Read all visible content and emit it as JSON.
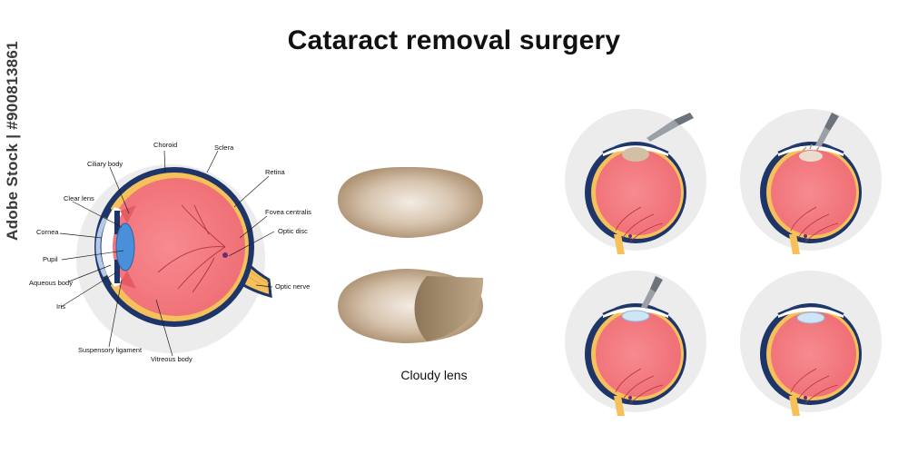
{
  "title": "Cataract removal surgery",
  "labels": {
    "choroid": "Choroid",
    "ciliary_body": "Ciliary body",
    "sclera": "Sclera",
    "retina": "Retina",
    "clear_lens": "Clear lens",
    "fovea_centralis": "Fovea centralis",
    "cornea": "Cornea",
    "optic_disc": "Optic disc",
    "pupil": "Pupil",
    "aqueous_body": "Aqueous body",
    "optic_nerve": "Optic nerve",
    "iris": "Iris",
    "suspensory_ligament": "Suspensory ligament",
    "vitreous_body": "Vitreous body"
  },
  "caption": "Cloudy lens",
  "watermark": "Adobe Stock | #900813861",
  "colors": {
    "eye_fill": "#f47a80",
    "sclera": "#1d3568",
    "choroid": "#f6c05a",
    "lens_blue": "#4a8fd9",
    "cloudy_lens": "#b59a7b",
    "bg_circle": "#ececec"
  }
}
